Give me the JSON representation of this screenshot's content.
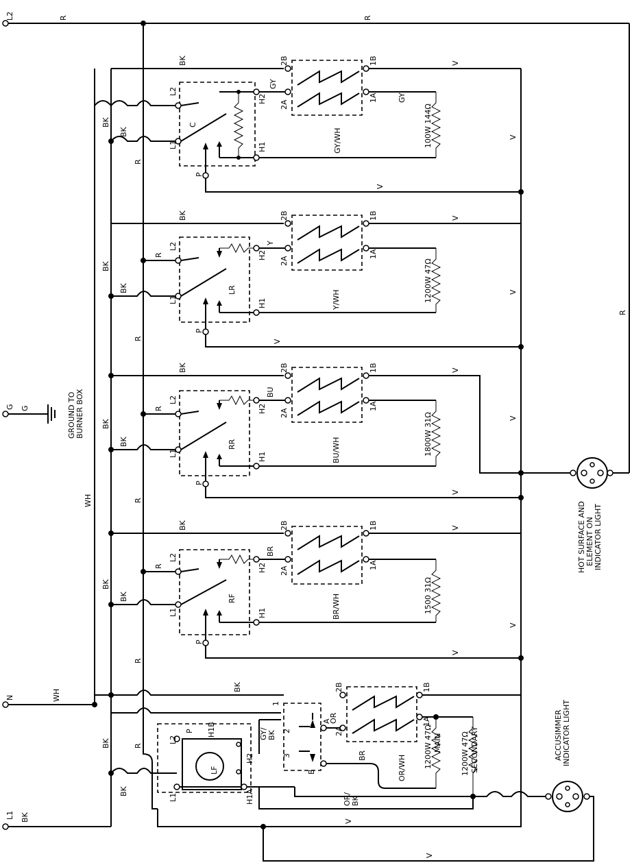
{
  "terminals": {
    "l2": "L2",
    "n": "N",
    "l1": "L1",
    "g": "G"
  },
  "wire_colors": {
    "r": "R",
    "bk": "BK",
    "wh": "WH",
    "v": "V",
    "g": "G",
    "gy": "GY",
    "gy_wh": "GY/WH",
    "y": "Y",
    "y_wh": "Y/WH",
    "bu": "BU",
    "bu_wh": "BU/WH",
    "br": "BR",
    "br_wh": "BR/WH",
    "or": "OR",
    "or_wh": "OR/WH",
    "or_bk": "OR/\nBK",
    "gy_bk": "GY/\nBK"
  },
  "pins": {
    "l2": "L2",
    "l1": "L1",
    "h1": "H1",
    "h2": "H2",
    "p": "P",
    "p2b": "2B",
    "p2a": "2A",
    "p1b": "1B",
    "p1a": "1A",
    "h1a": "H1A",
    "h1b": "H1B",
    "a": "A",
    "b": "B",
    "one": "1",
    "two": "2",
    "three": "3"
  },
  "switches": {
    "c": "C",
    "lr": "LR",
    "rr": "RR",
    "rf": "RF",
    "lf": "LF"
  },
  "elements": {
    "c": "100W 144Ω",
    "lr": "1200W 47Ω",
    "rr": "1800W 31Ω",
    "rf": "1500 31Ω",
    "lf_main": "1200W 47Ω\nMAIN",
    "lf_secondary": "1200W 47Ω\nSECONDARY"
  },
  "labels": {
    "ground": "GROUND TO\nBURNER BOX",
    "hot_light": "HOT SURFACE AND\nELEMENT ON\nINDICATOR LIGHT",
    "accusimmer": "ACCUSIMMER\nINDICATOR LIGHT"
  }
}
